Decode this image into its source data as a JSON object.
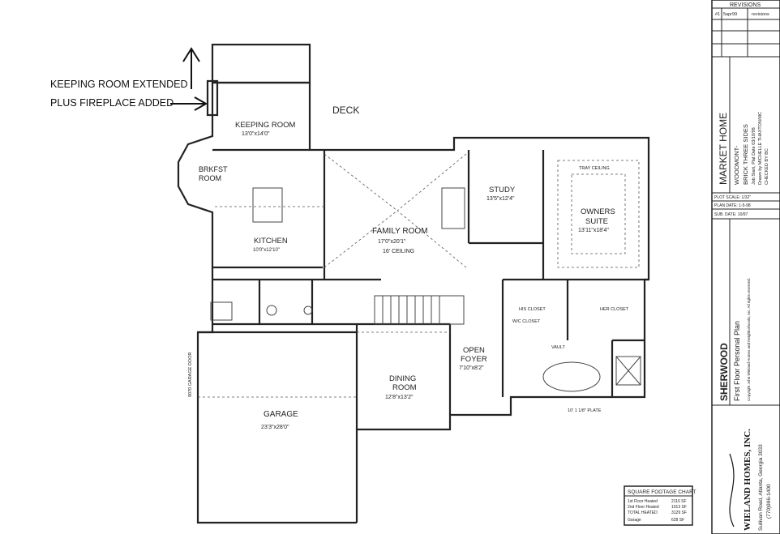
{
  "annotation": {
    "line1": "KEEPING ROOM EXTENDED",
    "line2": "PLUS FIREPLACE ADDED"
  },
  "rooms": {
    "deck": "DECK",
    "keeping": {
      "name": "KEEPING ROOM",
      "size": "13'0\"x14'0\""
    },
    "brkfst": {
      "name1": "BRKFST",
      "name2": "ROOM"
    },
    "kitchen": {
      "name": "KITCHEN",
      "size": "10'0\"x12'10\""
    },
    "family": {
      "name": "FAMILY ROOM",
      "size": "17'0\"x20'1\"",
      "ceiling": "16' CEILING"
    },
    "study": {
      "name": "STUDY",
      "size": "13'5\"x12'4\""
    },
    "owners": {
      "name1": "OWNERS",
      "name2": "SUITE",
      "size": "13'11\"x18'4\"",
      "ceiling": "TRAY CEILING"
    },
    "foyer": {
      "name1": "OPEN",
      "name2": "FOYER",
      "size": "7'10\"x8'2\""
    },
    "dining": {
      "name1": "DINING",
      "name2": "ROOM",
      "size": "12'8\"x13'2\""
    },
    "garage": {
      "name": "GARAGE",
      "size": "23'3\"x28'0\"",
      "door": "9070 GARAGE DOOR"
    },
    "closets": {
      "wic": "W/C CLOSET",
      "his": "HIS CLOSET",
      "her": "HER CLOSET",
      "vault": "VAULT",
      "plate": "10' 1 1/8\" PLATE"
    }
  },
  "title_block": {
    "revisions": "REVISIONS",
    "rev_row": [
      "#1",
      "5apr99",
      "revisions"
    ],
    "market_home": "MARKET HOME",
    "plan_name": "WOODMONT-",
    "brick": "BRICK THREE SIDES",
    "job_start": "Job Start, Plat Date 03/10/98",
    "drawn_by": "Drawn by MICHELLE THAXTON/MC",
    "checked_by": "CHECKED BY BC",
    "plot_scale": "PLOT SCALE: 1/32\"",
    "plan_date": "PLAN DATE: 1-5-98",
    "sub_date": "SUB. DATE: 10/97",
    "sherwood": "SHERWOOD",
    "floor": "First Floor Personal Plan",
    "company": "WIELAND HOMES, INC.",
    "address": "Sullivan Road, Atlanta, Georgia 3033",
    "phone": "(770)996-1400",
    "copyright": "Copyright John Wieland Homes and Neighborhoods, Inc. All rights reserved."
  },
  "sqft_chart": {
    "title": "SQUARE FOOTAGE CHART",
    "rows": [
      [
        "1st Floor Heated",
        "2116 SF"
      ],
      [
        "2nd Floor Heated",
        "1013 SF"
      ],
      [
        "TOTAL HEATED",
        "3129 SF"
      ],
      [
        "Garage",
        "628 SF"
      ]
    ]
  }
}
